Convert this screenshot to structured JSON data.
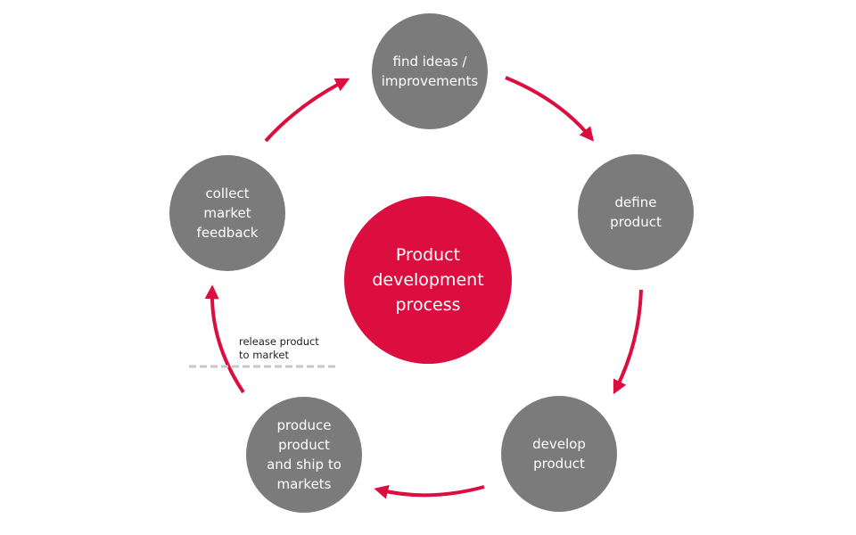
{
  "center": {
    "label": "Product\ndevelopment\nprocess"
  },
  "steps": [
    {
      "label": "find ideas /\nimprovements"
    },
    {
      "label": "define\nproduct"
    },
    {
      "label": "develop\nproduct"
    },
    {
      "label": "produce\nproduct\nand ship to\nmarkets"
    },
    {
      "label": "collect\nmarket\nfeedback"
    }
  ],
  "annotation": {
    "text": "release product\nto market"
  },
  "colors": {
    "step": "#7b7b7b",
    "center": "#dc0d3f",
    "arrow": "#dc0d3f",
    "divider": "#c8c8c8"
  }
}
